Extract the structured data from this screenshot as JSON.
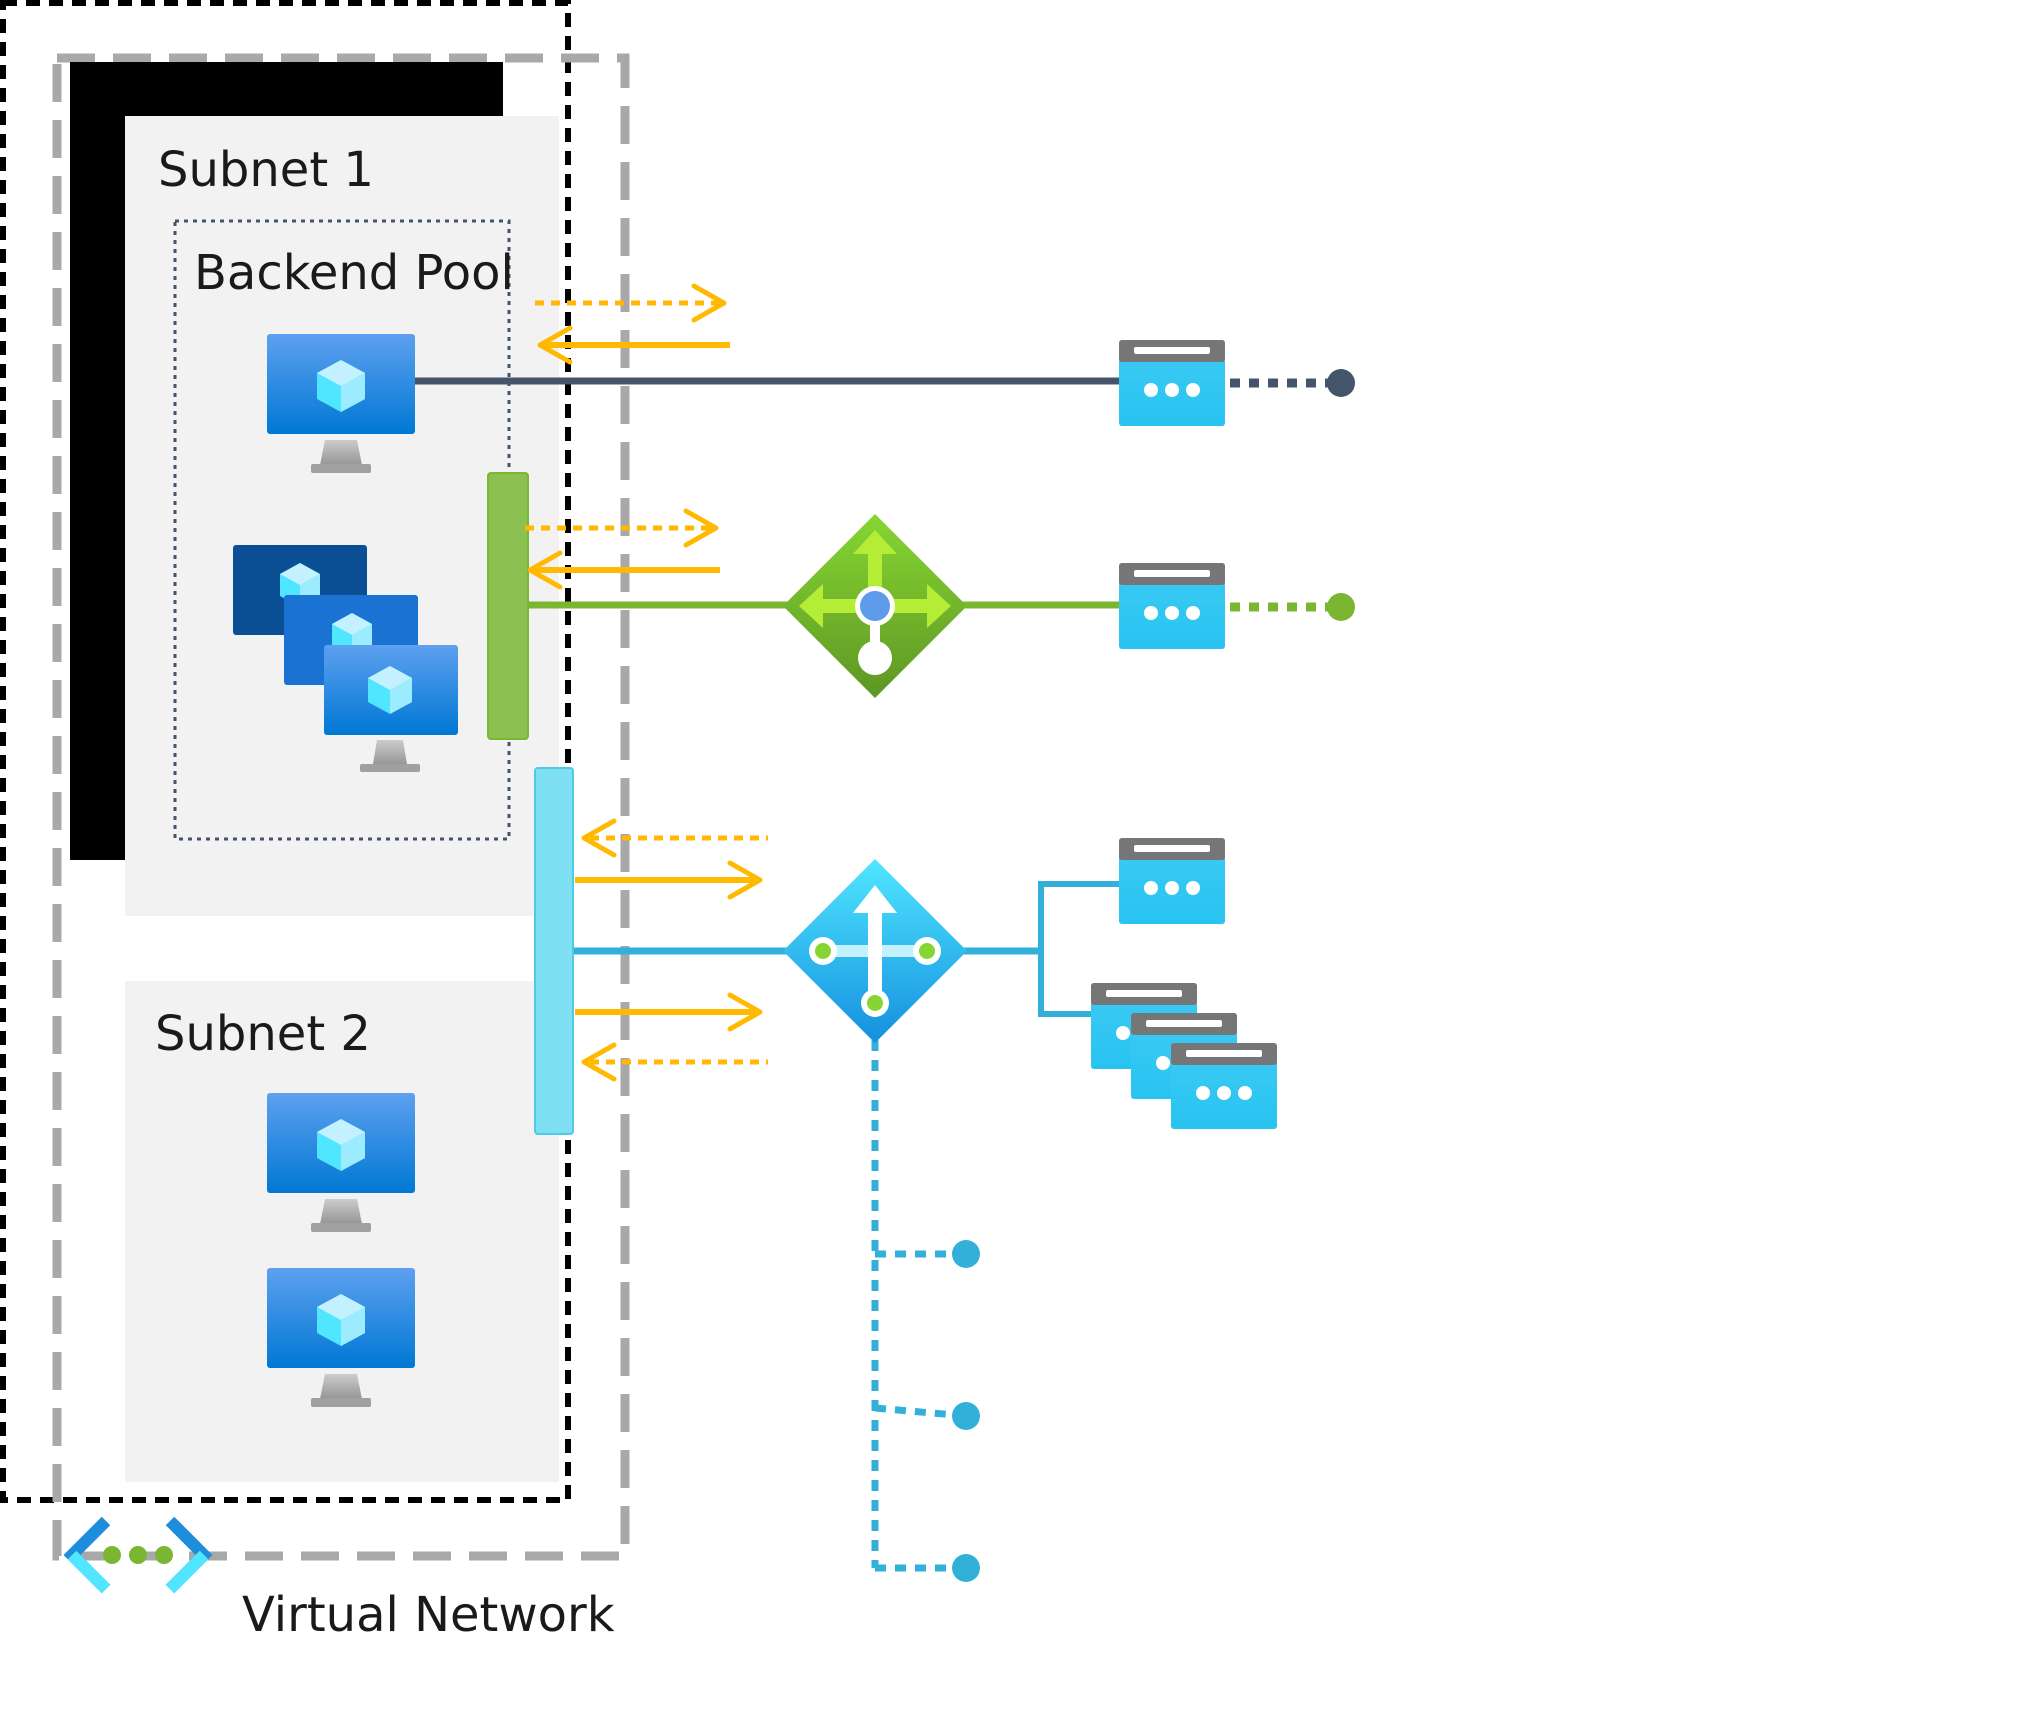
{
  "labels": {
    "subnet1": "Subnet 1",
    "backend_pool": "Backend Pool",
    "subnet2": "Subnet 2",
    "virtual_network": "Virtual Network"
  },
  "colors": {
    "dark_line": "#44546a",
    "green": "#7bb632",
    "blue": "#32b0d9",
    "arrow": "#ffb900",
    "vm_blue": "#1b7fd6",
    "subnet_fill": "#f2f2f2",
    "dashed_grey": "#a8a8a8"
  },
  "icons": {
    "vm": "virtual-machine-icon",
    "vmss": "vm-scale-set-icon",
    "nic": "network-interface-icon",
    "public_lb": "public-load-balancer-icon",
    "internal_lb": "internal-load-balancer-icon",
    "vnet": "virtual-network-icon"
  }
}
